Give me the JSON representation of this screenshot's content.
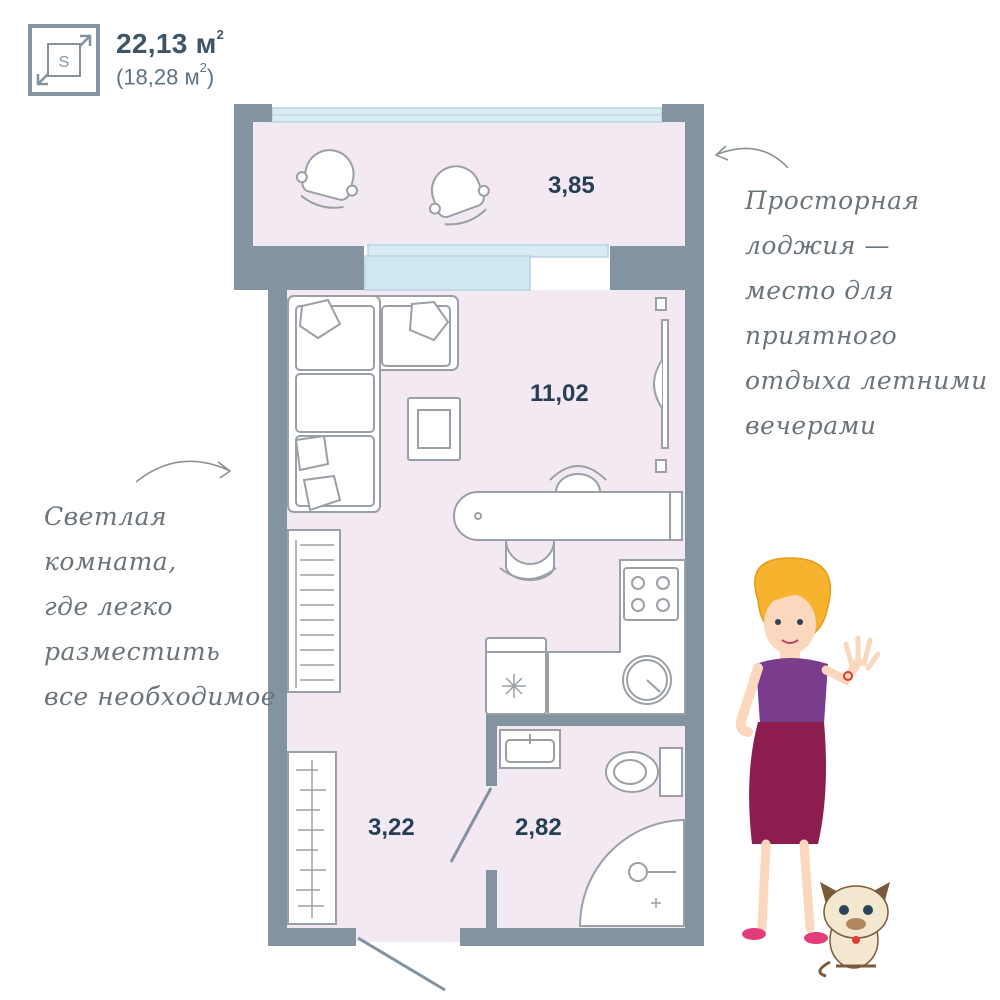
{
  "header": {
    "icon": "area-s-icon",
    "icon_letter": "S",
    "total_area": "22,13 м",
    "total_area_sup": "2",
    "living_area": "(18,28 м",
    "living_area_sup": "2",
    "living_area_close": ")"
  },
  "rooms": {
    "loggia": "3,85",
    "main_room": "11,02",
    "hallway": "3,22",
    "bathroom": "2,82"
  },
  "notes": {
    "loggia_note": [
      "Просторная",
      "лоджия —",
      "место для",
      "приятного",
      "отдыха летними",
      "вечерами"
    ],
    "room_note": [
      "Светлая",
      "комната,",
      "где легко",
      "разместить",
      "все необходимое"
    ]
  },
  "colors": {
    "wall": "#8493a0",
    "floor": "#f3e9f3",
    "window": "#cfe7f1",
    "furniture_stroke": "#9aa0a6",
    "text_dark": "#263f52"
  },
  "icons": [
    "area-s-icon",
    "sofa",
    "pillow",
    "coffee-table",
    "tv",
    "chair",
    "bar-table",
    "stove",
    "sink",
    "fridge",
    "shelving",
    "wardrobe",
    "washbasin",
    "toilet",
    "shower-cabin",
    "curved-arrow",
    "woman-character",
    "cat-character"
  ]
}
